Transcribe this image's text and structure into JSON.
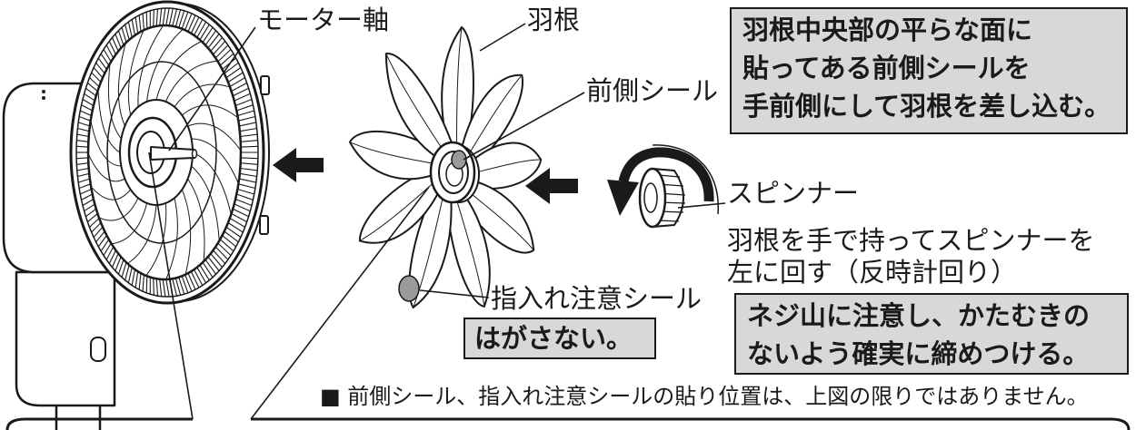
{
  "labels": {
    "motor_shaft": "モーター軸",
    "blade": "羽根",
    "front_seal": "前側シール",
    "spinner": "スピンナー",
    "spinner_instruction": [
      "羽根を手で持ってスピンナーを",
      "左に回す（反時計回り）"
    ],
    "finger_seal": "指入れ注意シール"
  },
  "notes": {
    "insert_blade": [
      "羽根中央部の平らな面に",
      "貼ってある前側シールを",
      "手前側にして羽根を差し込む。"
    ],
    "do_not_peel": "はがさない。",
    "tighten": [
      "ネジ山に注意し、かたむきの",
      "ないよう確実に締めつける。"
    ]
  },
  "footnote": "■ 前側シール、指入れ注意シールの貼り位置は、上図の限りではありません。",
  "icons": {
    "insert_direction": "arrow-left-icon",
    "spinner_rotation": "rotate-counterclockwise-icon"
  },
  "colors": {
    "note_box_bg": "#d8d8d8",
    "seal_gray": "#9a9a9a",
    "ink": "#1a1a1a"
  }
}
